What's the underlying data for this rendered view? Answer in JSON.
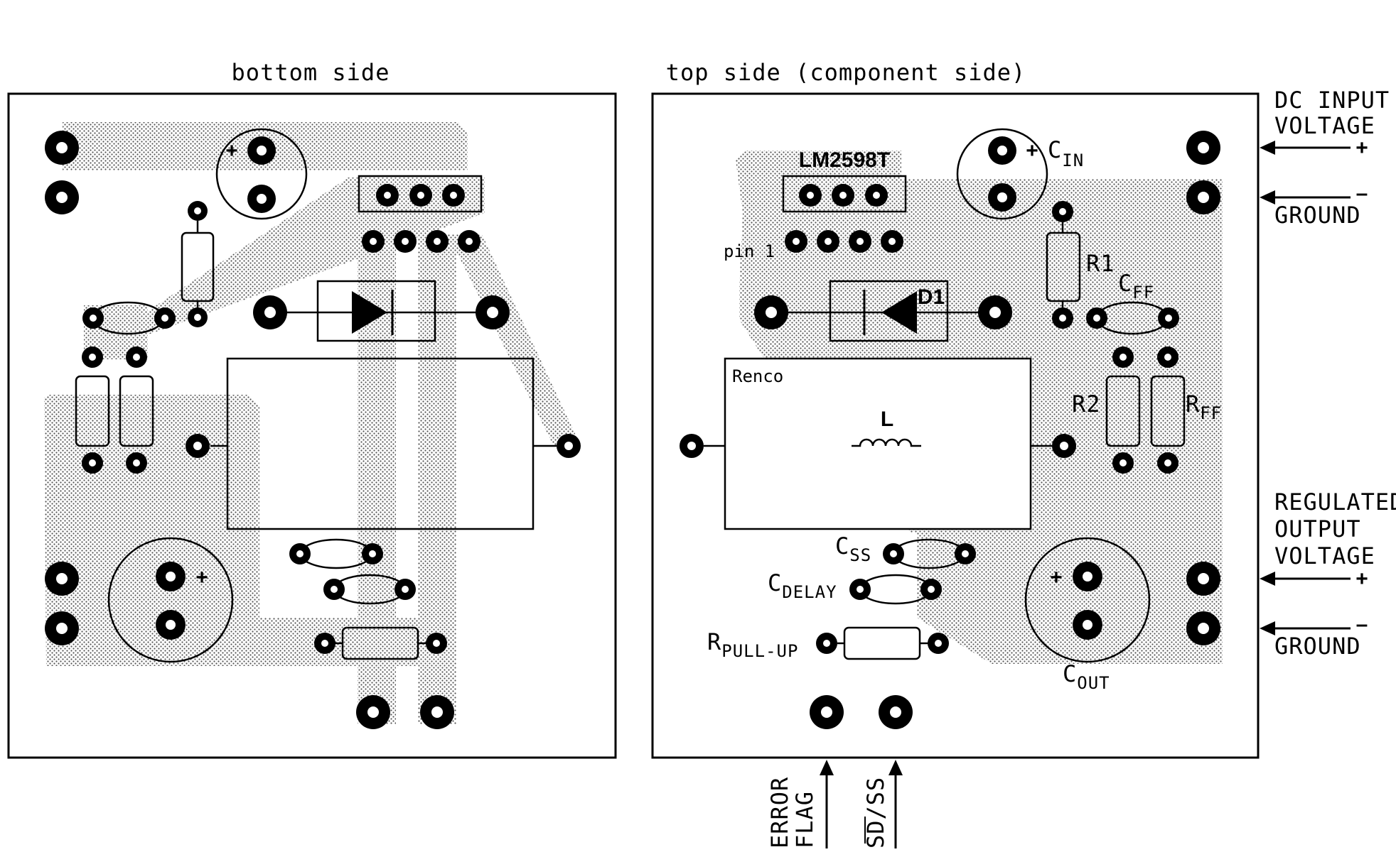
{
  "bottom": {
    "title": "bottom side"
  },
  "top": {
    "title": "top side (component side)",
    "ic": "LM2598T",
    "pin1": "pin 1",
    "diode": "D1",
    "inductor_mfr": "Renco",
    "inductor": "L",
    "r1": "R1",
    "r2": "R2",
    "cin": {
      "main": "C",
      "sub": "IN",
      "plus": "+"
    },
    "cff": {
      "main": "C",
      "sub": "FF"
    },
    "rff": {
      "main": "R",
      "sub": "FF"
    },
    "css": {
      "main": "C",
      "sub": "SS"
    },
    "cdelay": {
      "main": "C",
      "sub": "DELAY"
    },
    "rpullup": {
      "main": "R",
      "sub": "PULL-UP"
    },
    "cout": {
      "main": "C",
      "sub": "OUT",
      "plus": "+"
    }
  },
  "terminals": {
    "dc_input_1": "DC INPUT",
    "dc_input_2": "VOLTAGE",
    "plus": "+",
    "minus": "–",
    "ground": "GROUND",
    "reg_1": "REGULATED",
    "reg_2": "OUTPUT",
    "reg_3": "VOLTAGE",
    "error_1": "ERROR",
    "error_2": "FLAG",
    "sd": "SD/SS"
  }
}
